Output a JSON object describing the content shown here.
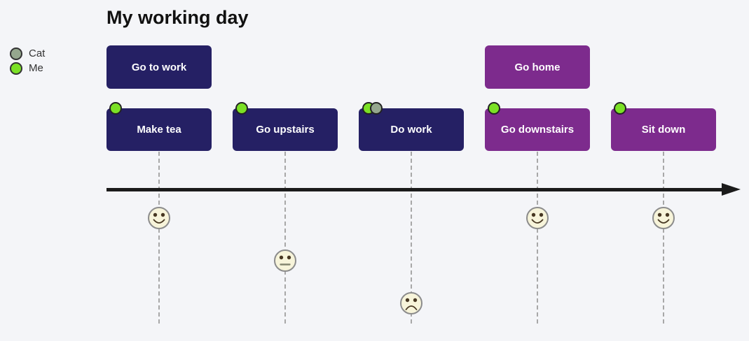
{
  "title": "My working day",
  "legend": {
    "actors": [
      {
        "name": "Cat",
        "color": "#95a78e"
      },
      {
        "name": "Me",
        "color": "#7be125"
      }
    ]
  },
  "colors": {
    "section_go_to_work": "#252064",
    "section_go_home": "#7d2b8d",
    "actor_cat": "#95a78e",
    "actor_me": "#7be125",
    "timeline": "#1b1b1b",
    "face_fill": "#f7f4da",
    "face_stroke": "#8c8c8c",
    "face_feature": "#473722",
    "background": "#f4f5f8"
  },
  "sections": [
    {
      "label": "Go to work"
    },
    {
      "label": "Go home"
    }
  ],
  "tasks": [
    {
      "label": "Make tea",
      "section": "Go to work",
      "actors": [
        "Me"
      ],
      "mood": "happy"
    },
    {
      "label": "Go upstairs",
      "section": "Go to work",
      "actors": [
        "Me"
      ],
      "mood": "neutral"
    },
    {
      "label": "Do work",
      "section": "Go to work",
      "actors": [
        "Me",
        "Cat"
      ],
      "mood": "sad"
    },
    {
      "label": "Go downstairs",
      "section": "Go home",
      "actors": [
        "Me"
      ],
      "mood": "happy"
    },
    {
      "label": "Sit down",
      "section": "Go home",
      "actors": [
        "Me"
      ],
      "mood": "happy"
    }
  ]
}
